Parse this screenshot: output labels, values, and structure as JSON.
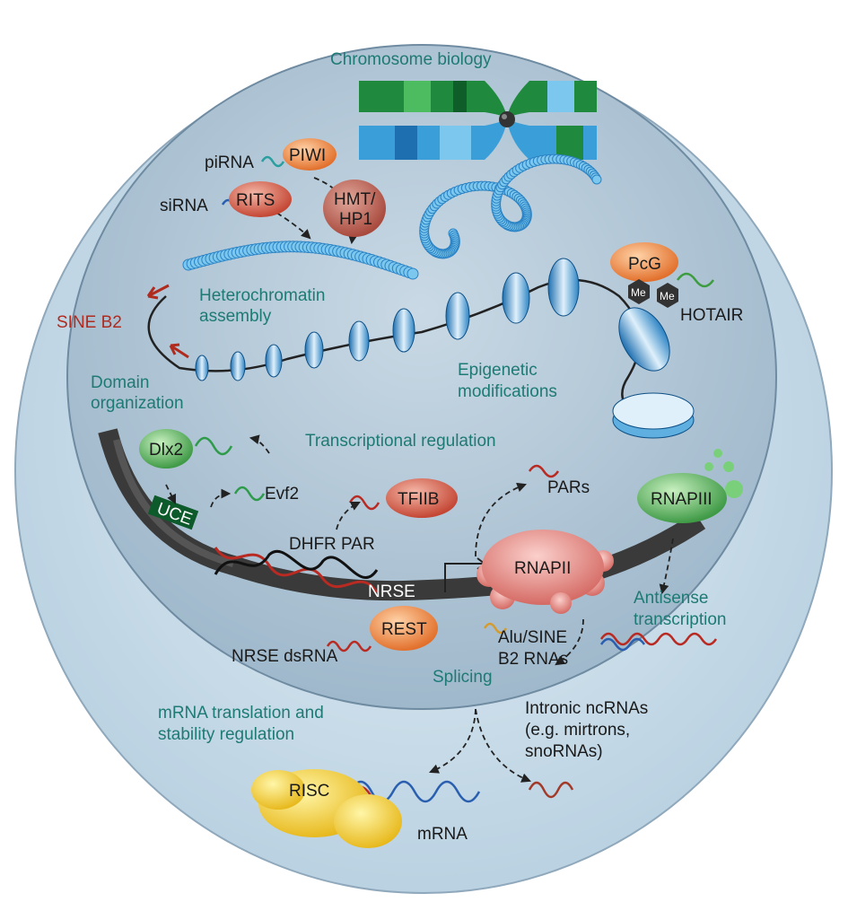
{
  "colors": {
    "outer_cell": "#c9dbe8",
    "nucleus": "#b2c8d8",
    "chromatin_blue": "#3a9fd8",
    "teal_text": "#1d7a74",
    "red_text": "#b02a1e",
    "protein_orange": "#f08a4a",
    "protein_red": "#d9534f",
    "protein_green": "#5cb85c",
    "risc_yellow": "#f5d327"
  },
  "regions": {
    "chromosome_biology": "Chromosome biology",
    "heterochromatin": [
      "Heterochromatin",
      "assembly"
    ],
    "domain_org": [
      "Domain",
      "organization"
    ],
    "epigenetic": [
      "Epigenetic",
      "modifications"
    ],
    "transcriptional": "Transcriptional regulation",
    "antisense": [
      "Antisense",
      "transcription"
    ],
    "splicing": "Splicing",
    "translation": [
      "mRNA translation and",
      "stability regulation"
    ]
  },
  "nodes": {
    "piwi": "PIWI",
    "rits": "RITS",
    "hmt": [
      "HMT/",
      "HP1"
    ],
    "pcg": "PcG",
    "me1": "Me",
    "me2": "Me",
    "dlx2": "Dlx2",
    "tfiib": "TFIIB",
    "rnapii": "RNAPII",
    "rnapiii": "RNAPIII",
    "rest": "REST",
    "risc": "RISC"
  },
  "labels": {
    "pirna": "piRNA",
    "sirna": "siRNA",
    "sine_b2": "SINE B2",
    "hotair": "HOTAIR",
    "evf2": "Evf2",
    "uce": "UCE",
    "dhfr_par": "DHFR PAR",
    "pars": "PARs",
    "nrse": "NRSE",
    "nrse_dsrna": "NRSE dsRNA",
    "alu_sine": [
      "Alu/SINE",
      "B2 RNAs"
    ],
    "intronic": [
      "Intronic ncRNAs",
      "(e.g. mirtrons,",
      "snoRNAs)"
    ],
    "mrna": "mRNA"
  }
}
